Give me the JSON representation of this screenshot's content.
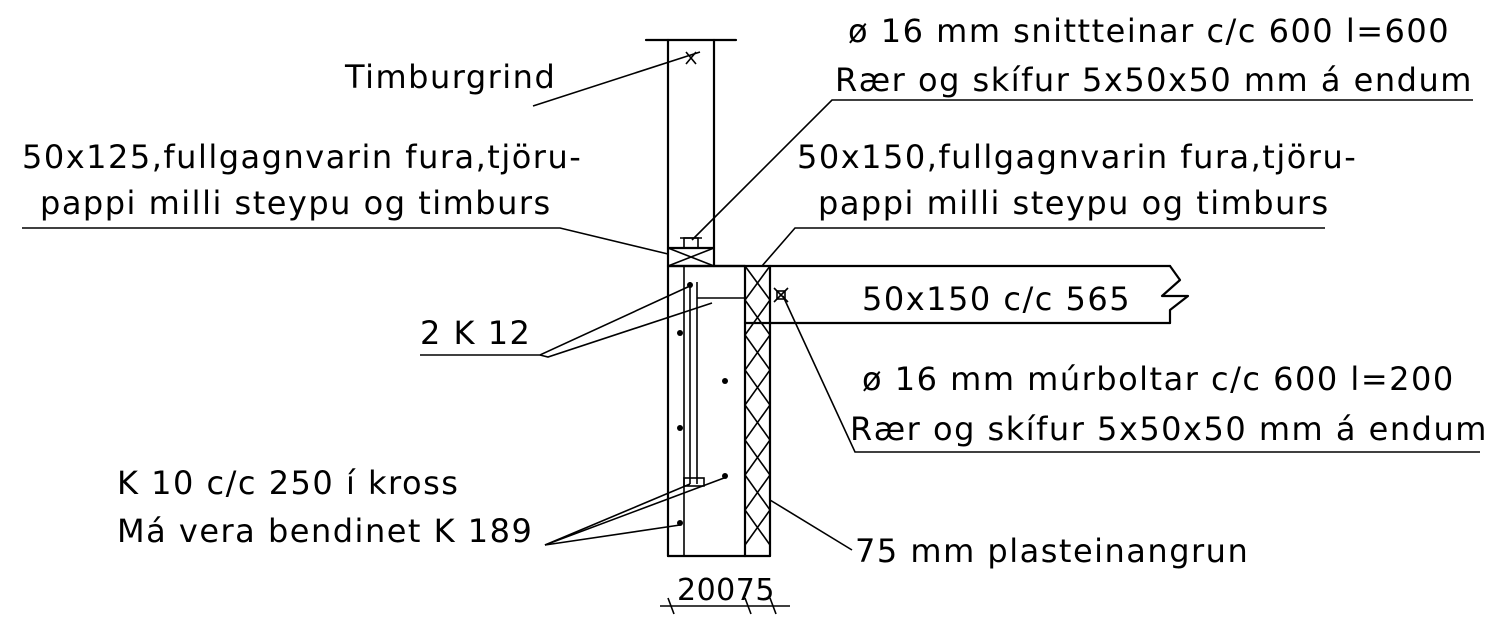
{
  "labels": {
    "timburgrind": "Timburgrind",
    "snittteinar_1": "ø 16 mm snittteinar c/c 600 l=600",
    "snittteinar_2": "Rær og skífur 5x50x50 mm á endum",
    "plate_left_1": "50x125,fullgagnvarin fura,tjöru-",
    "plate_left_2": "pappi milli steypu og timburs",
    "plate_right_1": "50x150,fullgagnvarin fura,tjöru-",
    "plate_right_2": "pappi milli steypu og timburs",
    "joist": "50x150 c/c 565",
    "rebar_top": "2 K 12",
    "murboltar_1": "ø 16 mm múrboltar c/c 600 l=200",
    "murboltar_2": "Rær og skífur 5x50x50 mm á endum",
    "rebar_mesh_1": "K 10 c/c 250 í kross",
    "rebar_mesh_2": "Má vera bendinet K 189",
    "insulation": "75 mm plasteinangrun",
    "dimension": "20075"
  },
  "colors": {
    "line": "#000000",
    "background": "#ffffff"
  }
}
